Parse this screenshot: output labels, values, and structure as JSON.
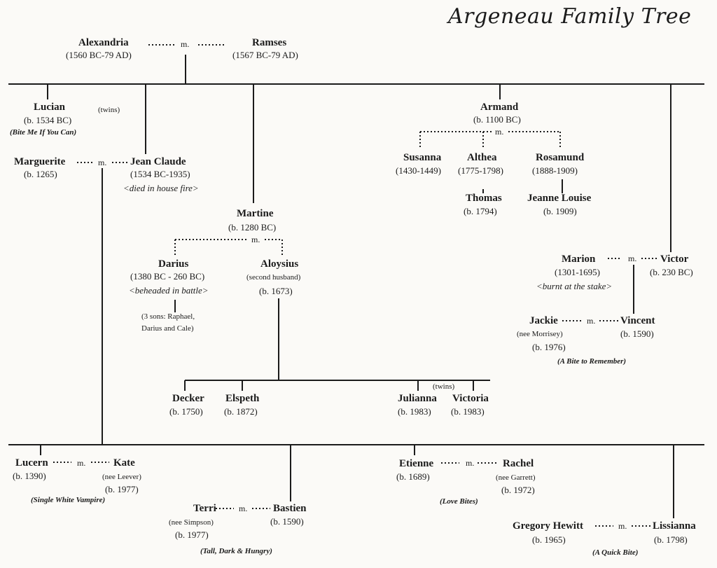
{
  "title": "Argeneau Family Tree",
  "marriage_label": "m.",
  "people": {
    "alexandria": {
      "name": "Alexandria",
      "dates": "(1560 BC-79 AD)"
    },
    "ramses": {
      "name": "Ramses",
      "dates": "(1567 BC-79 AD)"
    },
    "lucian": {
      "name": "Lucian",
      "dates": "(b. 1534 BC)",
      "note": "(twins)",
      "book": "(Bite Me If You Can)"
    },
    "marguerite": {
      "name": "Marguerite",
      "dates": "(b. 1265)"
    },
    "jean_claude": {
      "name": "Jean Claude",
      "dates": "(1534 BC-1935)",
      "fate": "<died in house fire>"
    },
    "armand": {
      "name": "Armand",
      "dates": "(b. 1100 BC)"
    },
    "susanna": {
      "name": "Susanna",
      "dates": "(1430-1449)"
    },
    "althea": {
      "name": "Althea",
      "dates": "(1775-1798)"
    },
    "rosamund": {
      "name": "Rosamund",
      "dates": "(1888-1909)"
    },
    "thomas": {
      "name": "Thomas",
      "dates": "(b. 1794)"
    },
    "jeanne_louise": {
      "name": "Jeanne Louise",
      "dates": "(b. 1909)"
    },
    "martine": {
      "name": "Martine",
      "dates": "(b. 1280 BC)"
    },
    "darius": {
      "name": "Darius",
      "dates": "(1380 BC - 260 BC)",
      "fate": "<beheaded in battle>",
      "note": "(3 sons: Raphael,",
      "note2": "Darius and Cale)"
    },
    "aloysius": {
      "name": "Aloysius",
      "note": "(second husband)",
      "dates": "(b. 1673)"
    },
    "marion": {
      "name": "Marion",
      "dates": "(1301-1695)",
      "fate": "<burnt at the stake>"
    },
    "victor": {
      "name": "Victor",
      "dates": "(b. 230 BC)"
    },
    "jackie": {
      "name": "Jackie",
      "note": "(nee Morrisey)",
      "dates": "(b. 1976)"
    },
    "vincent": {
      "name": "Vincent",
      "dates": "(b. 1590)"
    },
    "vincent_book": "(A Bite to Remember)",
    "decker": {
      "name": "Decker",
      "dates": "(b. 1750)"
    },
    "elspeth": {
      "name": "Elspeth",
      "dates": "(b. 1872)"
    },
    "julianna": {
      "name": "Julianna",
      "dates": "(b. 1983)",
      "note": "(twins)"
    },
    "victoria": {
      "name": "Victoria",
      "dates": "(b. 1983)"
    },
    "lucern": {
      "name": "Lucern",
      "dates": "(b. 1390)",
      "book": "(Single White Vampire)"
    },
    "kate": {
      "name": "Kate",
      "note": "(nee Leever)",
      "dates": "(b. 1977)"
    },
    "terri": {
      "name": "Terri",
      "note": "(nee Simpson)",
      "dates": "(b. 1977)",
      "book": "(Tall, Dark & Hungry)"
    },
    "bastien": {
      "name": "Bastien",
      "dates": "(b. 1590)"
    },
    "etienne": {
      "name": "Etienne",
      "dates": "(b. 1689)",
      "book": "(Love Bites)"
    },
    "rachel": {
      "name": "Rachel",
      "note": "(nee Garrett)",
      "dates": "(b. 1972)"
    },
    "gregory": {
      "name": "Gregory Hewitt",
      "dates": "(b. 1965)"
    },
    "lissianna": {
      "name": "Lissianna",
      "dates": "(b. 1798)",
      "book": "(A Quick Bite)"
    }
  }
}
